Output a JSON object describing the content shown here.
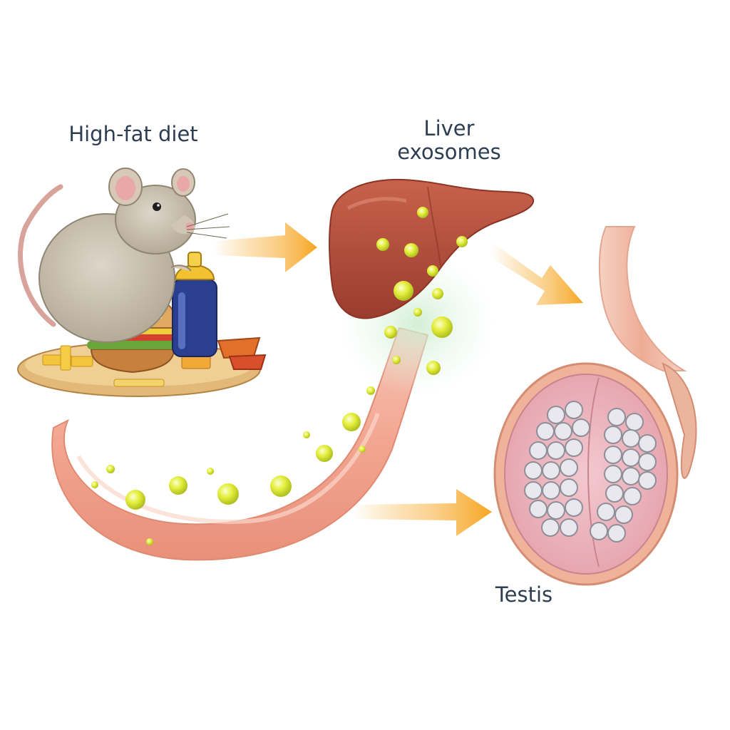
{
  "labels": {
    "diet": "High-fat diet",
    "liver": "Liver\nexosomes",
    "testis": "Testis"
  },
  "colors": {
    "arrow": "#f6a623",
    "vessel": "#f2a994",
    "liver": "#b8503e",
    "exosome": "#e6ee3a",
    "testis_capsule": "#e8a990",
    "text": "#2e3e52"
  },
  "icons": [
    "rat-icon",
    "burger-icon",
    "soda-bottle-icon",
    "fries-icon",
    "liver-icon",
    "exosome-icon",
    "testis-icon"
  ]
}
